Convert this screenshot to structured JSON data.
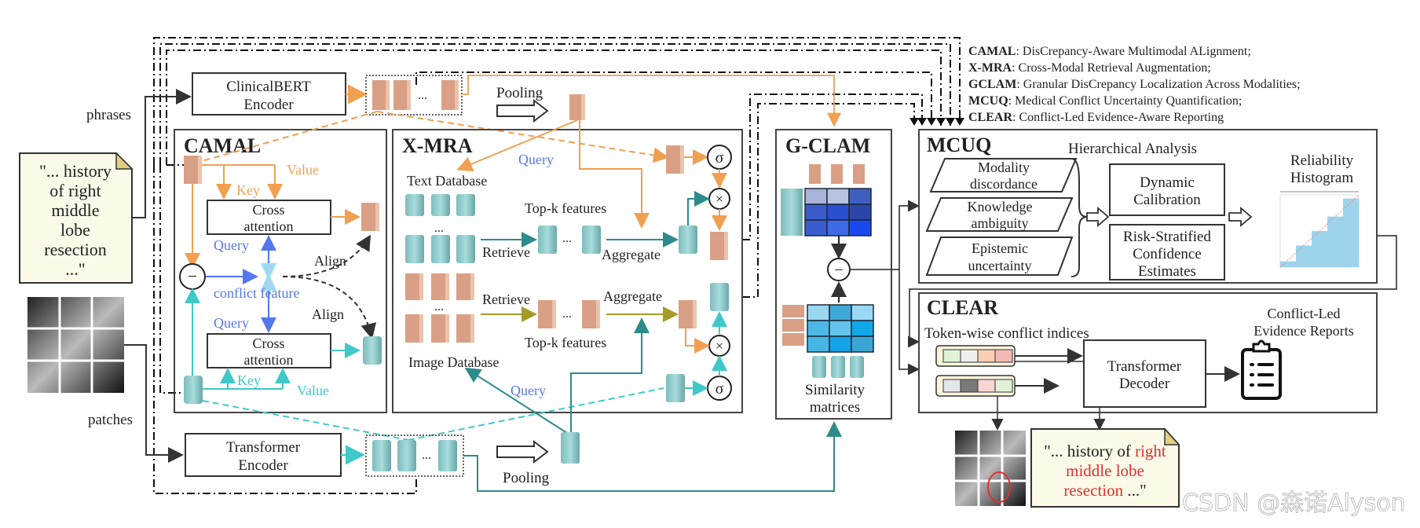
{
  "legend": [
    {
      "abbr": "CAMAL",
      "full": ": DisCrepancy-Aware Multimodal ALignment;"
    },
    {
      "abbr": "X-MRA",
      "full": ": Cross-Modal Retrieval Augmentation;"
    },
    {
      "abbr": "GCLAM",
      "full": ": Granular DisCrepancy Localization Across Modalities;"
    },
    {
      "abbr": "MCUQ",
      "full": ": Medical Conflict Uncertainty Quantification;"
    },
    {
      "abbr": "CLEAR",
      "full": ": Conflict-Led Evidence-Aware Reporting"
    }
  ],
  "inputs": {
    "report_note": [
      "\"... history",
      "of right",
      "middle",
      "lobe",
      "resection",
      "...\""
    ],
    "phrases_label": "phrases",
    "patches_label": "patches"
  },
  "encoders": {
    "text": [
      "ClinicalBERT",
      "Encoder"
    ],
    "image": [
      "Transformer",
      "Encoder"
    ],
    "pooling_top": "Pooling",
    "pooling_bottom": "Pooling",
    "ellipsis": "..."
  },
  "camal": {
    "title": "CAMAL",
    "value_top": "Value",
    "key_top": "Key",
    "cross_attention_top": [
      "Cross",
      "attention"
    ],
    "query_top": "Query",
    "align_top": "Align",
    "conflict_feature": "conflict feature",
    "query_bottom": "Query",
    "align_bottom": "Align",
    "cross_attention_bottom": [
      "Cross",
      "attention"
    ],
    "key_bottom": "Key",
    "value_bottom": "Value",
    "minus_symbol": "−"
  },
  "xmra": {
    "title": "X-MRA",
    "query_top": "Query",
    "text_database": "Text Database",
    "topk_top": "Top-k features",
    "retrieve_top": "Retrieve",
    "aggregate_top": "Aggregate",
    "retrieve_bottom": "Retrieve",
    "aggregate_bottom": "Aggregate",
    "topk_bottom": "Top-k features",
    "image_database": "Image Database",
    "query_bottom": "Query",
    "sigma": "σ",
    "times": "×",
    "ellipsis": "..."
  },
  "gclam": {
    "title": "G-CLAM",
    "similarity": [
      "Similarity",
      "matrices"
    ],
    "minus_symbol": "−",
    "matrix_top_colors": [
      "#aab4d8",
      "#b8c2e2",
      "#3f5fbf",
      "#3b5cc8",
      "#2a4fcf",
      "#2c45a8",
      "#3a5ccc",
      "#3f6ae8",
      "#1a48f0"
    ],
    "matrix_bottom_colors": [
      "#9ad8f0",
      "#3fa8d8",
      "#9ad8f5",
      "#4cb8e6",
      "#64c4ec",
      "#12a8e8",
      "#46b6e6",
      "#12a4e6",
      "#3aa6d6"
    ]
  },
  "mcuq": {
    "title": "MCUQ",
    "factors": [
      [
        "Modality",
        "discordance"
      ],
      [
        "Knowledge",
        "ambiguity"
      ],
      [
        "Epistemic",
        "uncertainty"
      ]
    ],
    "hierarchical_analysis": "Hierarchical Analysis",
    "dynamic_calibration": [
      "Dynamic",
      "Calibration"
    ],
    "risk_stratified": [
      "Risk-Stratified",
      "Confidence",
      "Estimates"
    ],
    "reliability_histogram": [
      "Reliability",
      "Histogram"
    ],
    "histogram_fill": "#9dd4ec",
    "histogram_bins": [
      0.08,
      0.3,
      0.5,
      0.7,
      0.95
    ]
  },
  "clear": {
    "title": "CLEAR",
    "token_indices_label": "Token-wise conflict indices",
    "token_row_1_colors": [
      "#dff2d8",
      "#eeeeee",
      "#f8cfb0",
      "#f3b8b8"
    ],
    "token_row_2_colors": [
      "#e3e6ea",
      "#7a7a7a",
      "#f8d4d4",
      "#dff2d8"
    ],
    "decoder": [
      "Transformer",
      "Decoder"
    ],
    "reports_label": [
      "Conflict-Led",
      "Evidence Reports"
    ]
  },
  "output": {
    "note_black": "\"... history of ",
    "note_red_1": "right",
    "note_red_2": "middle lobe",
    "note_red_3": "resection",
    "note_end": " ...\""
  },
  "watermark": "CSDN @森诺Alyson",
  "colors": {
    "text_feature": "#d9a085",
    "image_feature": "#8cc8c8",
    "orange_arrow": "#f0a050",
    "teal_arrow": "#2e8b8b",
    "cyan_arrow": "#40c8c8",
    "blue_arrow": "#5577ee",
    "olive_arrow": "#a89a2a",
    "highlight_red": "#e03030",
    "note_fill": "#fbf9e8"
  }
}
